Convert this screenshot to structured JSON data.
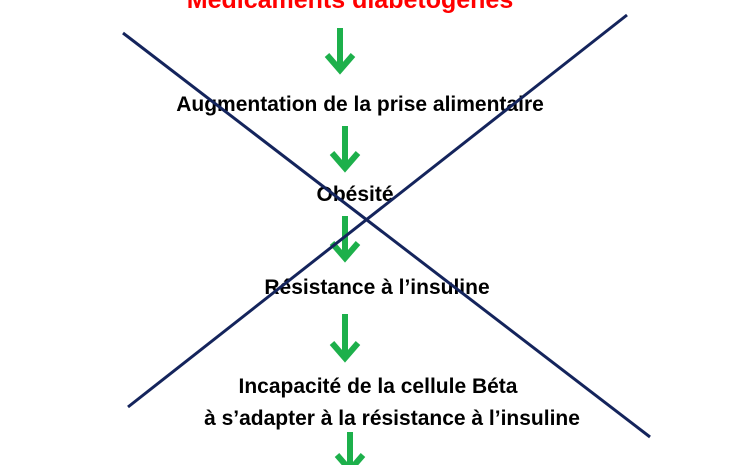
{
  "title": "Médicaments diabétogènes",
  "steps": [
    "Augmentation de la prise alimentaire",
    "Obésité",
    "Résistance à l’insuline",
    "Incapacité de la cellule Béta",
    "à s’adapter à la résistance à l’insuline"
  ],
  "colors": {
    "title": "#ff0000",
    "arrow": "#1db04b",
    "cross": "#14245c"
  }
}
